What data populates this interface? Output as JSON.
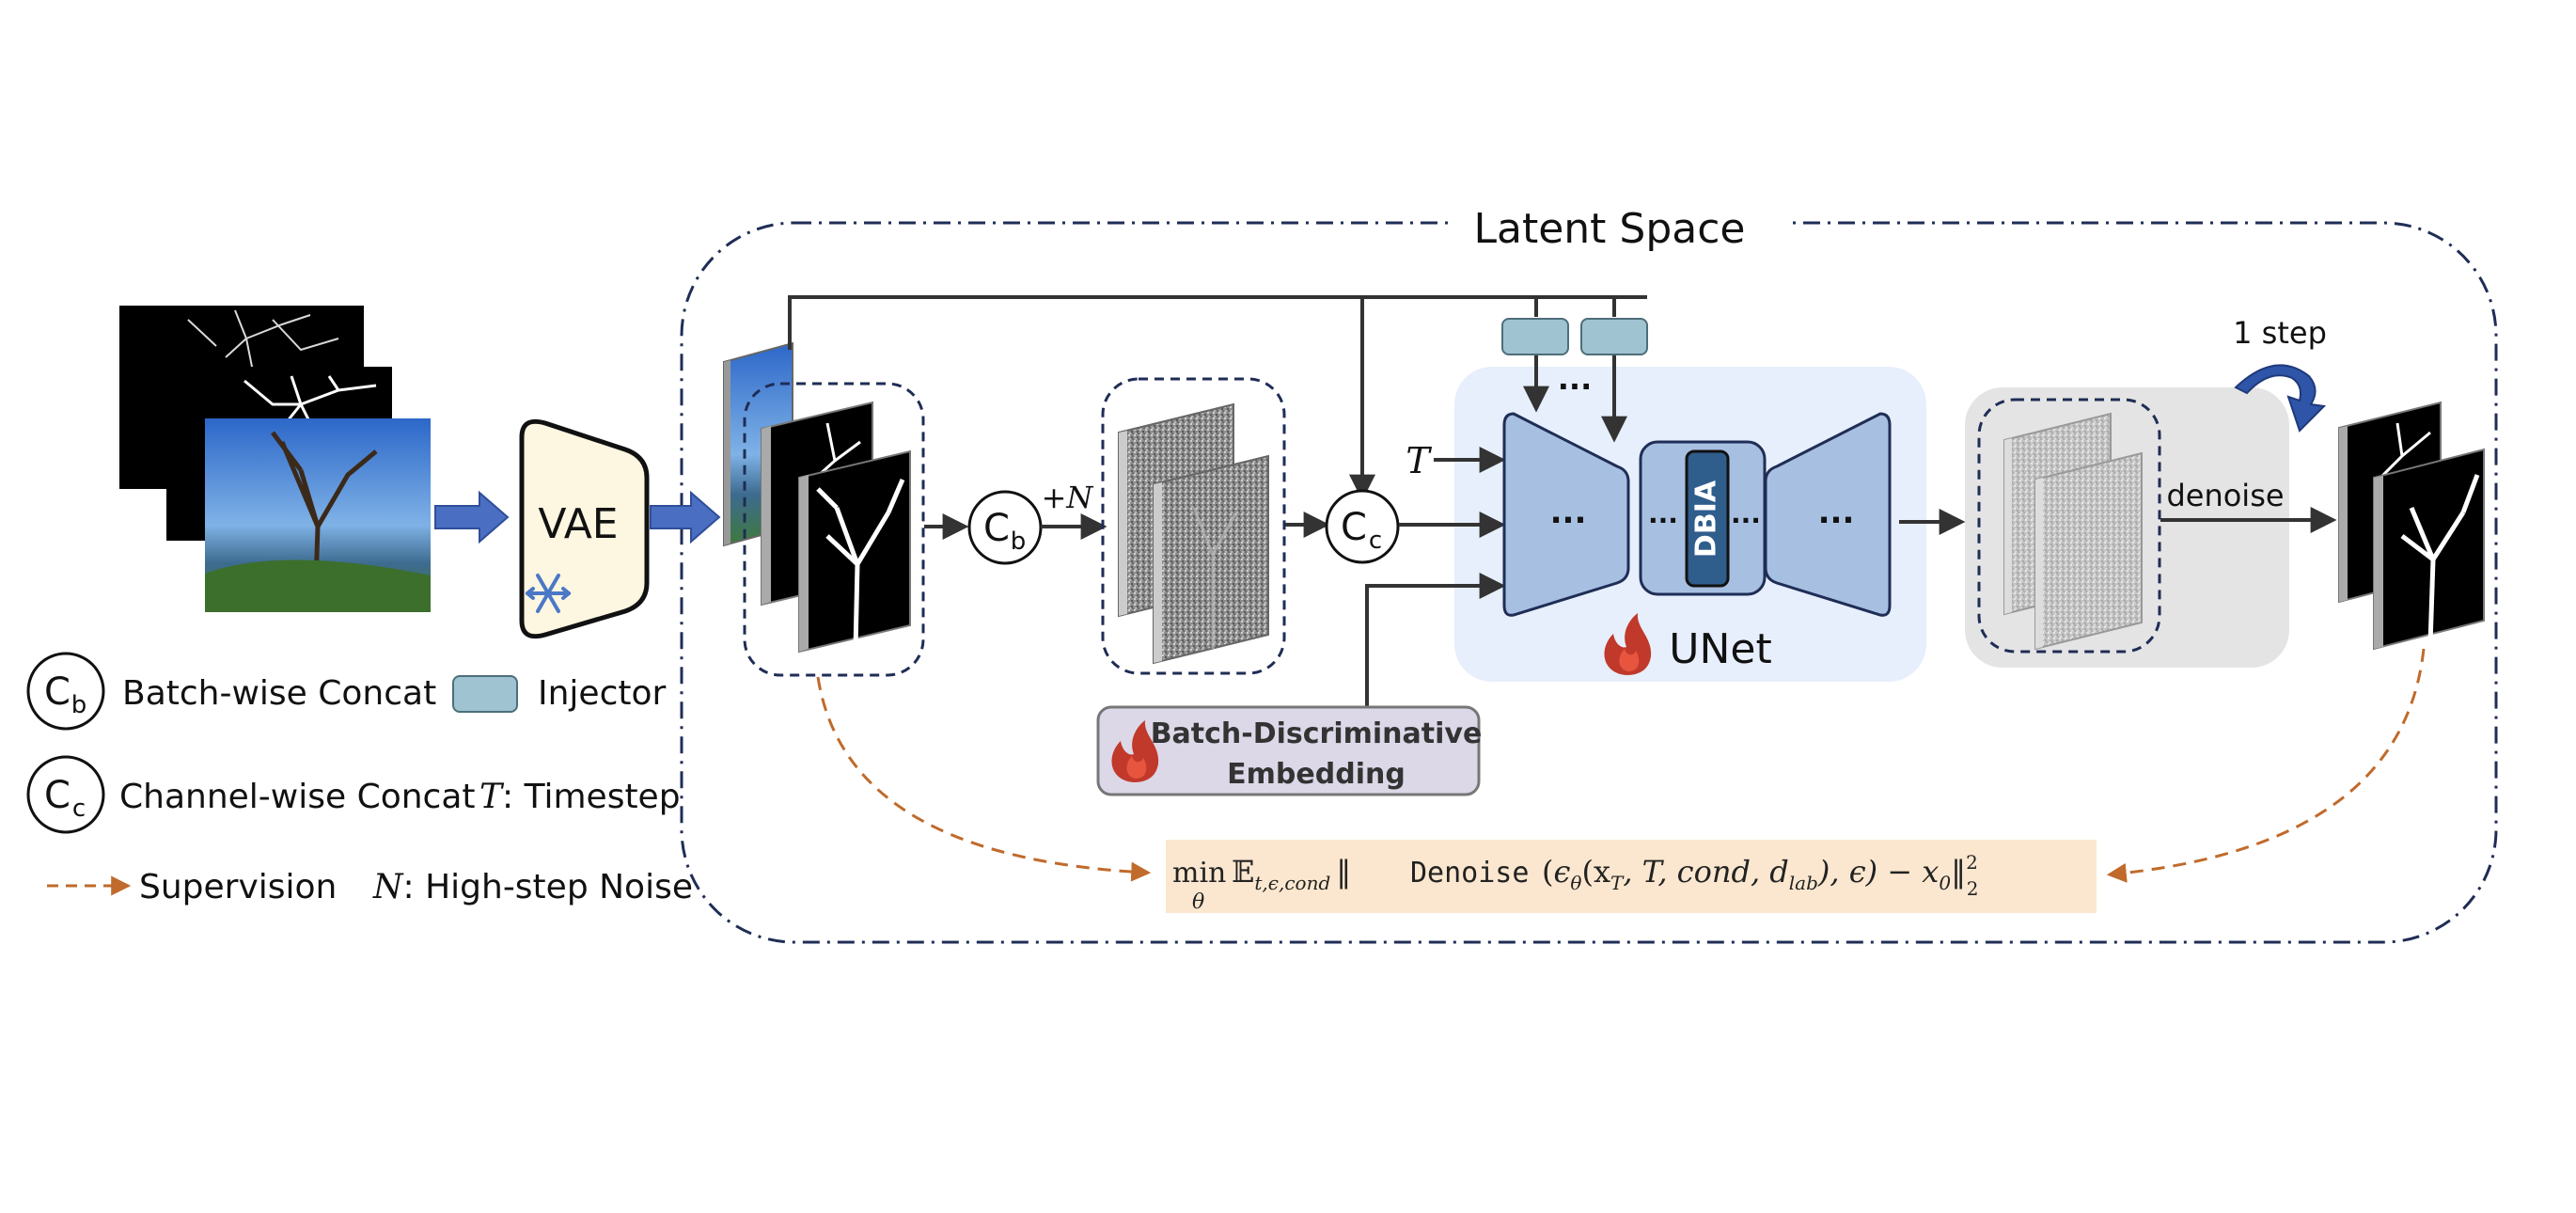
{
  "latent_space": {
    "title": "Latent Space"
  },
  "vae": {
    "label": "VAE",
    "icon": "snowflake-icon"
  },
  "ops": {
    "batch_concat_symbol": "C",
    "batch_concat_sub": "b",
    "channel_concat_symbol": "C",
    "channel_concat_sub": "c",
    "noise_label": "+N",
    "timestep_label": "T"
  },
  "unet": {
    "label": "UNet",
    "dots": "...",
    "dbia_label": "DBIA",
    "icon": "flame-icon"
  },
  "injector": {
    "dots": "..."
  },
  "denoise": {
    "step_label": "1 step",
    "label": "denoise"
  },
  "bde": {
    "line1": "Batch-Discriminative",
    "line2": "Embedding",
    "icon": "flame-icon"
  },
  "loss": {
    "min": "min",
    "theta": "θ",
    "E": "𝔼",
    "E_sub": "t,ϵ,cond",
    "norm_open": "‖",
    "func": "Denoise",
    "arg_open": " (",
    "eps": "ϵ",
    "eps_sub": "θ",
    "args": "(x",
    "x_sub": "T",
    "args2": ", T, cond, d",
    "d_sub": "lab",
    "args3": "), ϵ) − x",
    "x0_sub": "0",
    "norm_close": "‖",
    "sup": "2",
    "sub": "2"
  },
  "legend": {
    "batch_concat_symbol": "C",
    "batch_concat_sub": "b",
    "batch_concat_label": "Batch-wise Concat",
    "injector_label": "Injector",
    "channel_concat_symbol": "C",
    "channel_concat_sub": "c",
    "channel_concat_label": "Channel-wise Concat",
    "timestep_symbol": "T",
    "timestep_label": ": Timestep",
    "supervision_label": "Supervision",
    "noise_symbol": "N",
    "noise_label": ": High-step Noise"
  },
  "colors": {
    "accent_blue": "#4a6fc2",
    "unet_fill": "#a7bfe0",
    "unet_bg": "#e6effb",
    "dbia_fill": "#2f5d8c",
    "injector_fill": "#9fc3d1",
    "denoise_bg": "#e4e4e4",
    "bde_fill": "#dcd8e8",
    "loss_fill": "#fbe7cf",
    "supervision": "#c06a2b",
    "vae_fill": "#fdf6e0",
    "flame": "#c0392b"
  }
}
